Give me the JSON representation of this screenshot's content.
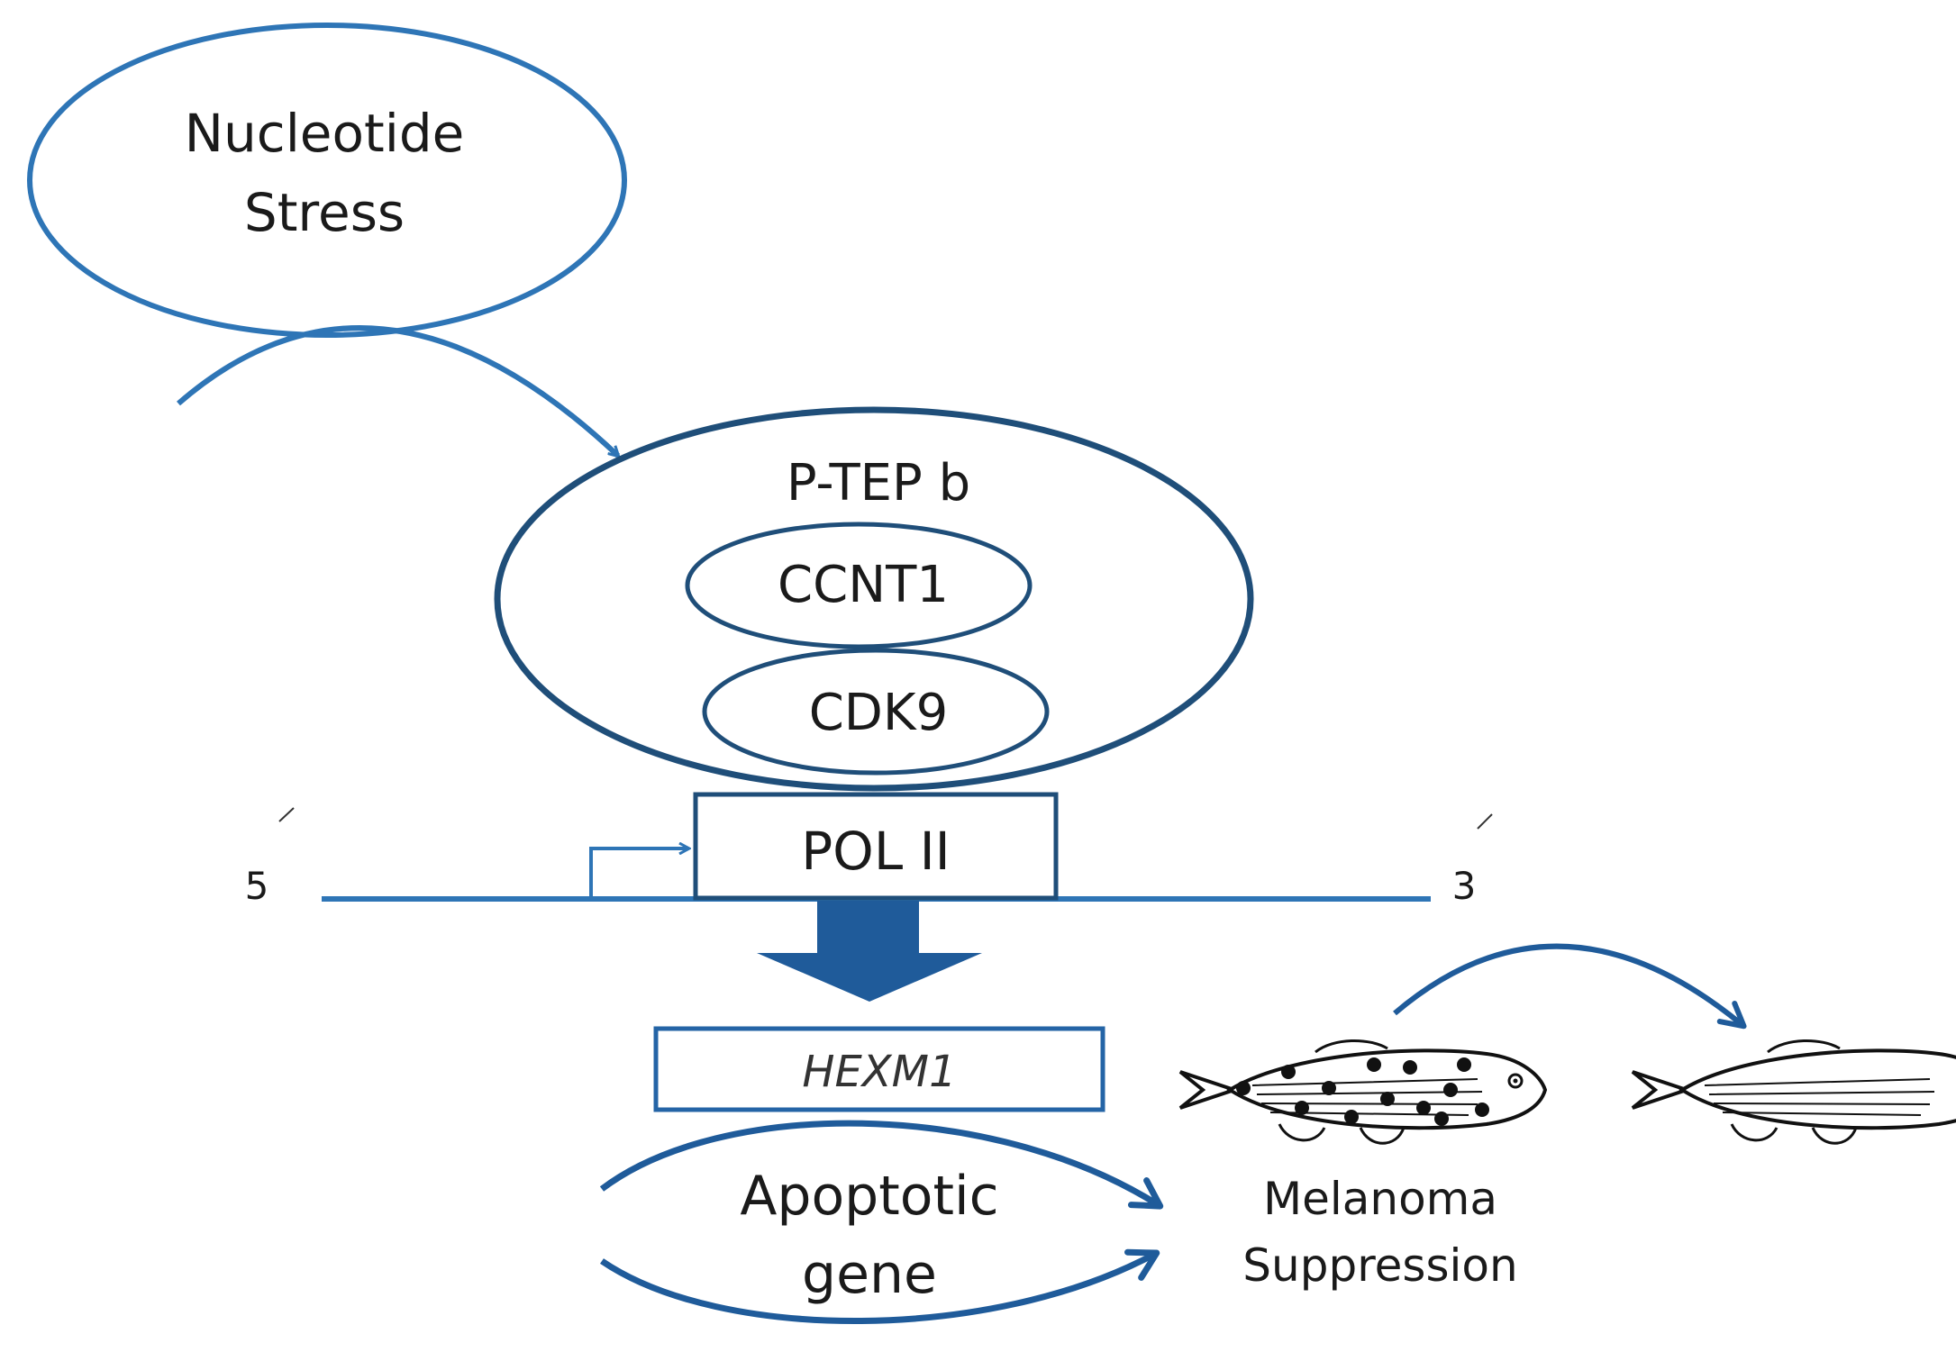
{
  "colors": {
    "light_blue": "#2e75b6",
    "dark_blue": "#1f4e79",
    "arrow_blue": "#2464a6",
    "text": "#1a1a1a"
  },
  "stress": {
    "line1": "Nucleotide",
    "line2": "Stress"
  },
  "ptefb": {
    "title": "P-TEP b",
    "ccnt1": "CCNT1",
    "cdk9": "CDK9"
  },
  "polymerase": {
    "label": "POL II"
  },
  "dna": {
    "five_prime": "5",
    "three_prime": "3"
  },
  "hexm1": {
    "label": "HEXM1"
  },
  "apoptotic": {
    "line1": "Apoptotic",
    "line2": "gene"
  },
  "outcome": {
    "line1": "Melanoma",
    "line2": "Suppression"
  },
  "icons": [
    "zebrafish-with-melanoma-icon",
    "healthy-zebrafish-icon"
  ]
}
